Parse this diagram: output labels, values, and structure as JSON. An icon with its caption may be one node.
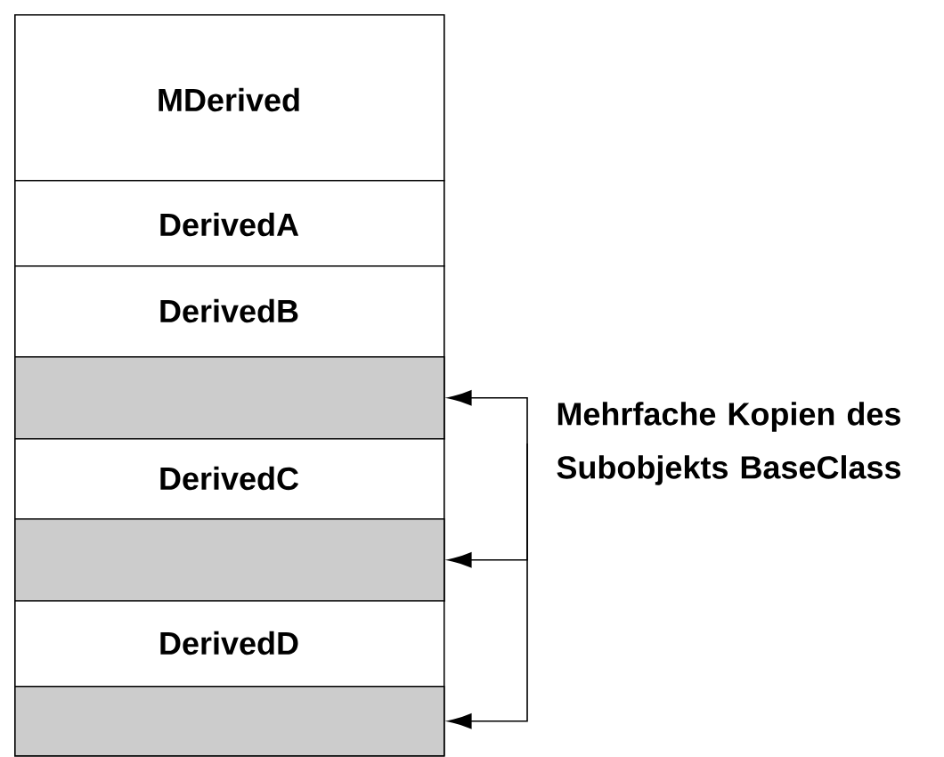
{
  "diagram": {
    "nodes": [
      {
        "text": [
          "MDerived"
        ]
      },
      {
        "text": [
          "DerivedA"
        ]
      },
      {
        "text": [
          "DerivedB"
        ]
      },
      {
        "text": [],
        "shape": "box",
        "in": 2
      },
      {
        "text": [
          "DerivedC"
        ]
      },
      {
        "text": [],
        "shape": "box",
        "in": 4
      },
      {
        "text": [
          "DerivedD"
        ]
      },
      {
        "text": [],
        "shape": "box",
        "in": 6
      },
      {
        "text": [
          "Mehrfache Kopien des Subobjekts BaseClass"
        ]
      }
    ],
    "edges": [
      {
        "from": 8,
        "to": 3,
        "arrow": "to"
      },
      {
        "from": 8,
        "to": 5,
        "arrow": "to"
      },
      {
        "from": 8,
        "to": 7,
        "arrow": "to"
      }
    ]
  }
}
